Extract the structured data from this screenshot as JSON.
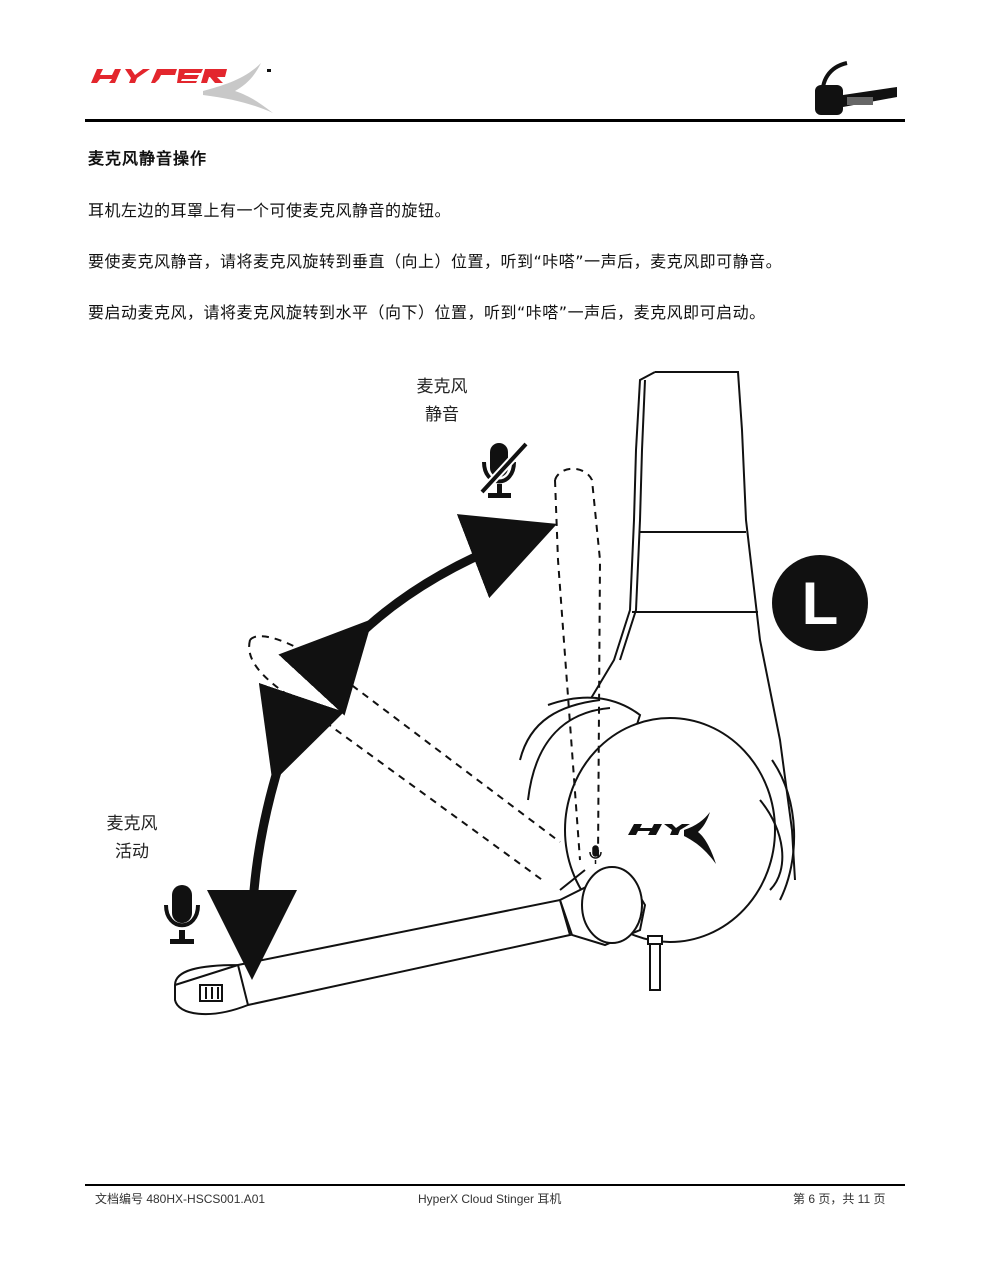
{
  "header": {
    "logo_alt": "HyperX",
    "thumbnail": "headset-icon"
  },
  "section": {
    "title": "麦克风静音操作",
    "paragraphs": [
      "耳机左边的耳罩上有一个可使麦克风静音的旋钮。",
      "要使麦克风静音，请将麦克风旋转到垂直（向上）位置，听到“咔嗒”一声后，麦克风即可静音。",
      "要启动麦克风，请将麦克风旋转到水平（向下）位置，听到“咔嗒”一声后，麦克风即可启动。"
    ]
  },
  "diagram": {
    "label_muted_line1": "麦克风",
    "label_muted_line2": "静音",
    "label_active_line1": "麦克风",
    "label_active_line2": "活动",
    "side_badge": "L",
    "icons": {
      "muted": "mic-muted-icon",
      "active": "mic-icon",
      "rotate_up": "curved-double-arrow-icon",
      "rotate_down": "vertical-double-arrow-icon"
    }
  },
  "footer": {
    "doc_number": "文档编号 480HX-HSCS001.A01",
    "product": "HyperX Cloud Stinger 耳机",
    "page": "第 6 页，共 11 页"
  }
}
